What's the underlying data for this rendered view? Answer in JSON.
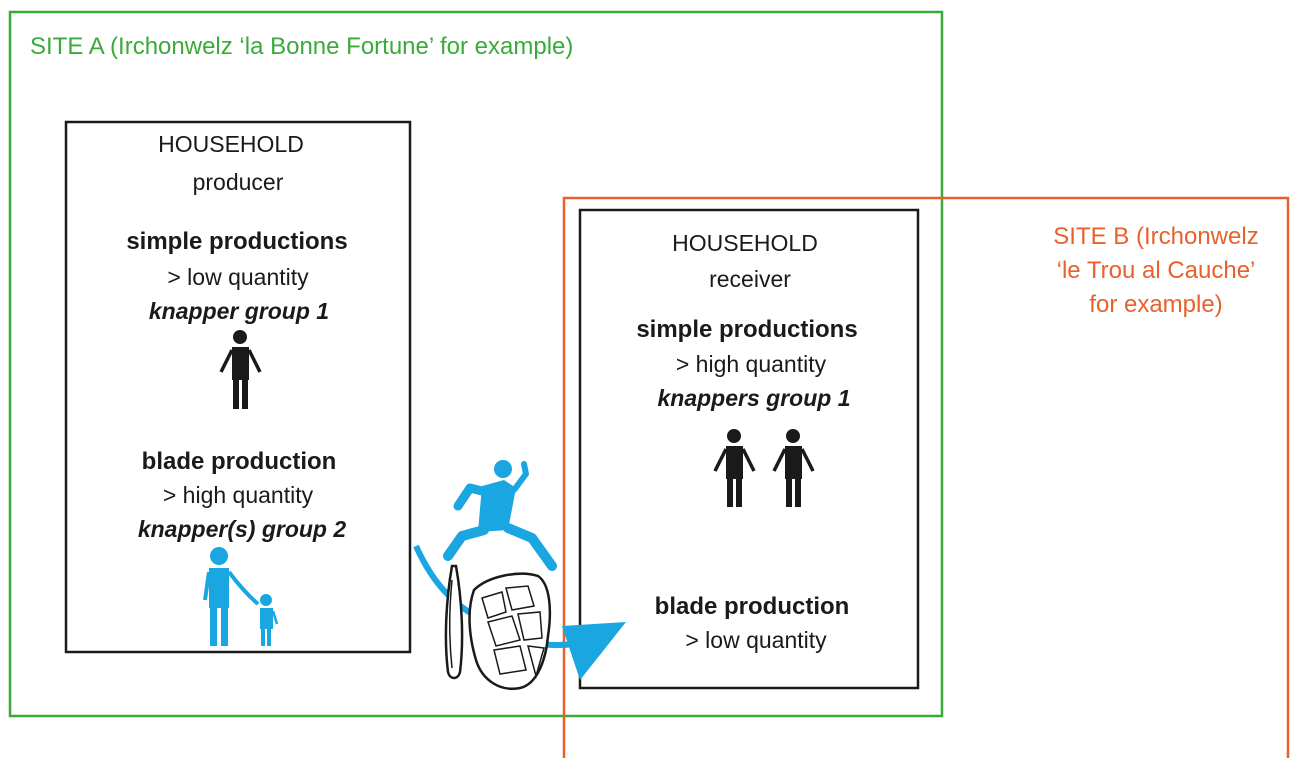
{
  "site_a": {
    "label": "SITE A (Irchonwelz ‘la Bonne Fortune’ for example)",
    "color": "#3aab3a"
  },
  "site_b": {
    "label_lines": [
      "SITE B (Irchonwelz",
      "‘le Trou al Cauche’",
      "for example)"
    ],
    "color": "#e8612c"
  },
  "household_producer": {
    "title": "HOUSEHOLD",
    "role": "producer",
    "simple": {
      "heading": "simple productions",
      "quantity": "> low quantity",
      "group": "knapper group 1"
    },
    "blade": {
      "heading": "blade production",
      "quantity": "> high quantity",
      "group": "knapper(s) group 2"
    }
  },
  "household_receiver": {
    "title": "HOUSEHOLD",
    "role": "receiver",
    "simple": {
      "heading": "simple productions",
      "quantity": "> high quantity",
      "group": "knappers group 1"
    },
    "blade": {
      "heading": "blade production",
      "quantity": "> low quantity"
    }
  },
  "colors": {
    "figure_black": "#1a1a1a",
    "figure_blue": "#1aa6e0",
    "box_border": "#1a1a1a"
  }
}
